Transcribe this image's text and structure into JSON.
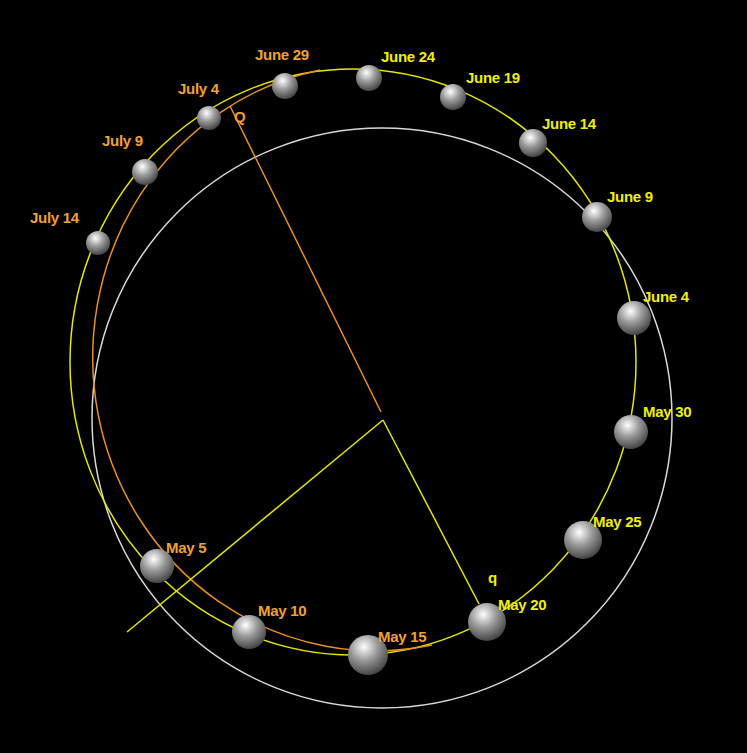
{
  "diagram": {
    "labels": [
      "July 14",
      "July 9",
      "July 4",
      "Q",
      "June 29",
      "June 24",
      "June 19",
      "June 14",
      "June 9",
      "June 4",
      "May 30",
      "May 25",
      "q",
      "May 20",
      "May 15",
      "May 10",
      "May 5"
    ]
  }
}
